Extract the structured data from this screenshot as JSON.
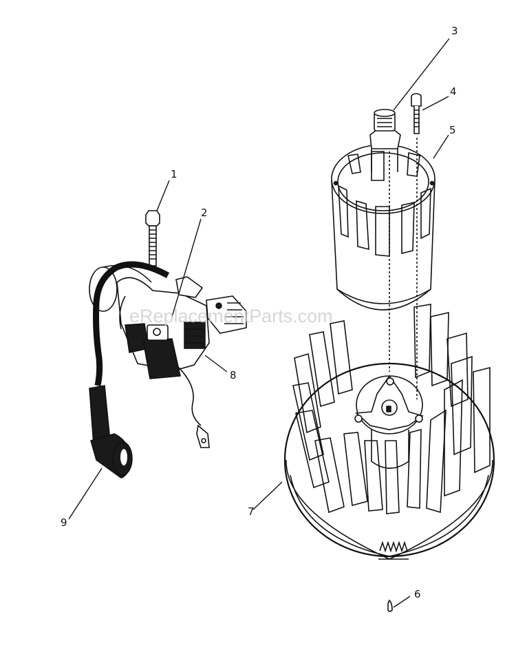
{
  "watermark": "eReplacementParts.com",
  "callouts": [
    {
      "id": "1",
      "label": "1"
    },
    {
      "id": "2",
      "label": "2"
    },
    {
      "id": "3",
      "label": "3"
    },
    {
      "id": "4",
      "label": "4"
    },
    {
      "id": "5",
      "label": "5"
    },
    {
      "id": "6",
      "label": "6"
    },
    {
      "id": "7",
      "label": "7"
    },
    {
      "id": "8",
      "label": "8"
    },
    {
      "id": "9",
      "label": "9"
    }
  ],
  "parts": [
    {
      "callout": "1",
      "name": "ignition-coil-bolt"
    },
    {
      "callout": "2",
      "name": "ignition-coil"
    },
    {
      "callout": "3",
      "name": "flywheel-nut"
    },
    {
      "callout": "4",
      "name": "screen-screw"
    },
    {
      "callout": "5",
      "name": "rotating-screen"
    },
    {
      "callout": "6",
      "name": "flywheel-key"
    },
    {
      "callout": "7",
      "name": "flywheel"
    },
    {
      "callout": "8",
      "name": "spark-plug-wire-clip"
    },
    {
      "callout": "9",
      "name": "spark-plug-boot"
    }
  ]
}
